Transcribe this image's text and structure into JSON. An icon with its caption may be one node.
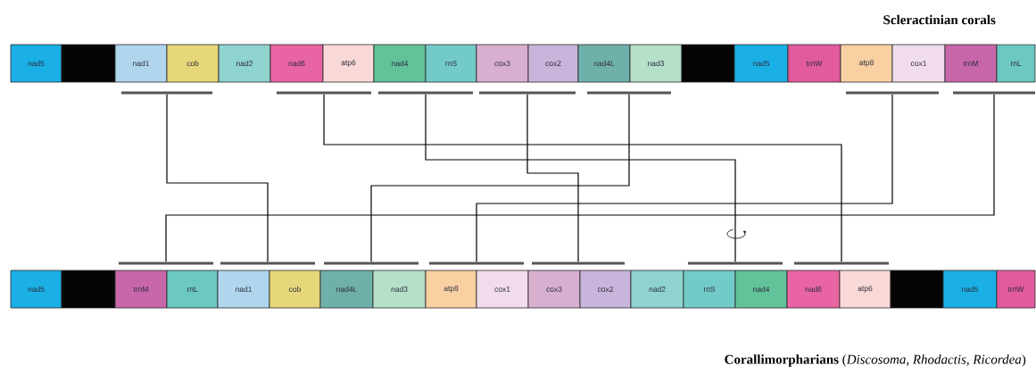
{
  "diagram": {
    "nodes": [
      {
        "text": [
          "nad5"
        ]
      },
      {
        "text": [],
        "shape": "box"
      },
      {
        "text": [
          "nad1"
        ]
      },
      {
        "text": [
          "cob"
        ]
      },
      {
        "text": [
          "nad2"
        ]
      },
      {
        "text": [
          "nad6"
        ]
      },
      {
        "text": [
          "atp6"
        ]
      },
      {
        "text": [
          "nad4"
        ]
      },
      {
        "text": [
          "rnS"
        ]
      },
      {
        "text": [
          "cox3"
        ]
      },
      {
        "text": [
          "cox2"
        ]
      },
      {
        "text": [
          "nad4L"
        ]
      },
      {
        "text": [
          "nad3"
        ]
      },
      {
        "text": [],
        "shape": "box"
      },
      {
        "text": [
          "nad5"
        ]
      },
      {
        "text": [
          "trnW"
        ]
      },
      {
        "text": [
          "atp8"
        ]
      },
      {
        "text": [
          "cox1"
        ]
      },
      {
        "text": [
          "trnM"
        ]
      },
      {
        "text": [
          "rnL"
        ]
      },
      {
        "text": [],
        "shape": "bar"
      },
      {
        "text": [],
        "shape": "bar"
      },
      {
        "text": [],
        "shape": "bar"
      },
      {
        "text": [],
        "shape": "bar"
      },
      {
        "text": [],
        "shape": "bar"
      },
      {
        "text": [],
        "shape": "bar"
      },
      {
        "text": [],
        "shape": "bar"
      },
      {
        "text": [],
        "shape": "bar"
      },
      {
        "text": [],
        "shape": "bar"
      },
      {
        "text": [],
        "shape": "bar"
      },
      {
        "text": [],
        "shape": "bar"
      },
      {
        "text": [],
        "shape": "bar"
      },
      {
        "text": [],
        "shape": "bar"
      },
      {
        "text": [],
        "shape": "bar"
      },
      {
        "text": [
          "nad5"
        ]
      },
      {
        "text": [],
        "shape": "box"
      },
      {
        "text": [
          "trnM"
        ]
      },
      {
        "text": [
          "rnL"
        ]
      },
      {
        "text": [
          "nad1"
        ]
      },
      {
        "text": [
          "cob"
        ]
      },
      {
        "text": [
          "nad4L"
        ]
      },
      {
        "text": [
          "nad3"
        ]
      },
      {
        "text": [
          "atp8"
        ]
      },
      {
        "text": [
          "cox1"
        ]
      },
      {
        "text": [
          "cox3"
        ]
      },
      {
        "text": [
          "cox2"
        ]
      },
      {
        "text": [
          "nad2"
        ]
      },
      {
        "text": [
          "rnS"
        ]
      },
      {
        "text": [
          "nad4"
        ]
      },
      {
        "text": [
          "nad6"
        ]
      },
      {
        "text": [
          "atp6"
        ]
      },
      {
        "text": [],
        "shape": "box"
      },
      {
        "text": [
          "nad5"
        ]
      },
      {
        "text": [
          "trnW"
        ]
      }
    ],
    "edges": [
      {
        "from": 20,
        "to": 28,
        "arrow": "none"
      },
      {
        "from": 21,
        "to": 33,
        "arrow": "none"
      },
      {
        "from": 22,
        "to": 32,
        "arrow": "none"
      },
      {
        "from": 23,
        "to": 31,
        "arrow": "none"
      },
      {
        "from": 24,
        "to": 29,
        "arrow": "none"
      },
      {
        "from": 25,
        "to": 30,
        "arrow": "none"
      },
      {
        "from": 26,
        "to": 27,
        "arrow": "none"
      }
    ],
    "labels": [
      "Scleractinian corals",
      "**Corallimorpharians** (*Discosoma, Rhodactis, Ricordea*)"
    ]
  }
}
